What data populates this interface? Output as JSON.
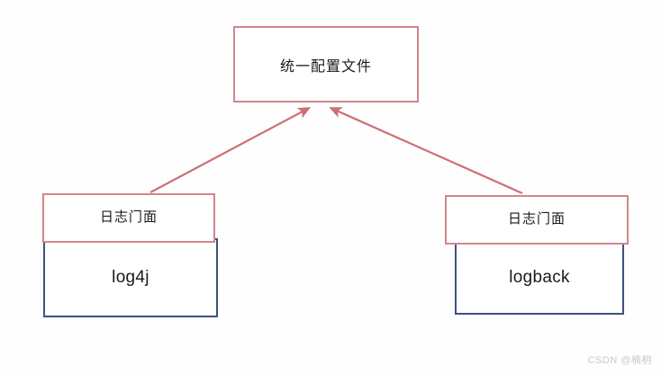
{
  "diagram": {
    "title": "",
    "background_color": "#fefefe",
    "accent_pink": "#d4848d",
    "accent_blue": "#41507e",
    "nodes": {
      "config": {
        "label": "统一配置文件",
        "border_color": "#d4848d"
      },
      "facade_left": {
        "label": "日志门面",
        "border_color": "#d4848d"
      },
      "facade_right": {
        "label": "日志门面",
        "border_color": "#d4848d"
      },
      "impl_left": {
        "label": "log4j",
        "border_color": "#41507e"
      },
      "impl_right": {
        "label": "logback",
        "border_color": "#41507e"
      }
    },
    "connectors": [
      {
        "name": "arrow-left-to-config",
        "from": "facade_left",
        "to": "config",
        "color": "#cd6f77",
        "arrowhead": "filled-triangle"
      },
      {
        "name": "arrow-right-to-config",
        "from": "facade_right",
        "to": "config",
        "color": "#cd6f77",
        "arrowhead": "filled-triangle"
      }
    ]
  },
  "watermark": {
    "text": "CSDN @楠枂"
  }
}
